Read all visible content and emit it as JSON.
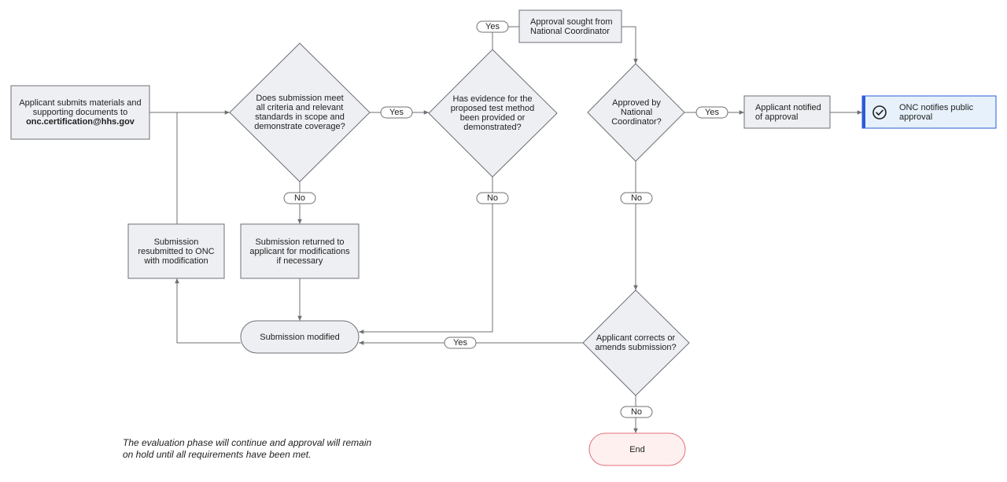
{
  "nodes": {
    "submit": {
      "line1": "Applicant submits materials and",
      "line2": "supporting documents to",
      "email": "onc.certification@hhs.gov"
    },
    "criteria_decision": "Does submission meet all criteria and relevant standards in scope and demonstrate coverage?",
    "evidence_decision": "Has evidence for the proposed test method been provided or demonstrated?",
    "approval_sought": "Approval sought from National Coordinator",
    "approved_decision": "Approved by National Coordinator?",
    "applicant_notified": "Applicant notified of approval",
    "onc_notifies": "ONC notifies public approval",
    "resubmitted": "Submission resubmitted to ONC with modification",
    "returned": "Submission returned to applicant for modifications if necessary",
    "modified": "Submission modified",
    "corrects_decision": "Applicant corrects or amends submission?",
    "end": "End"
  },
  "labels": {
    "yes": "Yes",
    "no": "No"
  },
  "note": "The evaluation phase will continue and approval will remain on hold until all requirements have been met.",
  "colors": {
    "box_fill": "#eeeff2",
    "line": "#6e7076",
    "end_fill": "#fff0f0",
    "end_stroke": "#e0707a",
    "final_fill": "#e6f1fb",
    "final_accent": "#2a5bd7"
  },
  "icons": {
    "final": "check-circle-icon"
  }
}
